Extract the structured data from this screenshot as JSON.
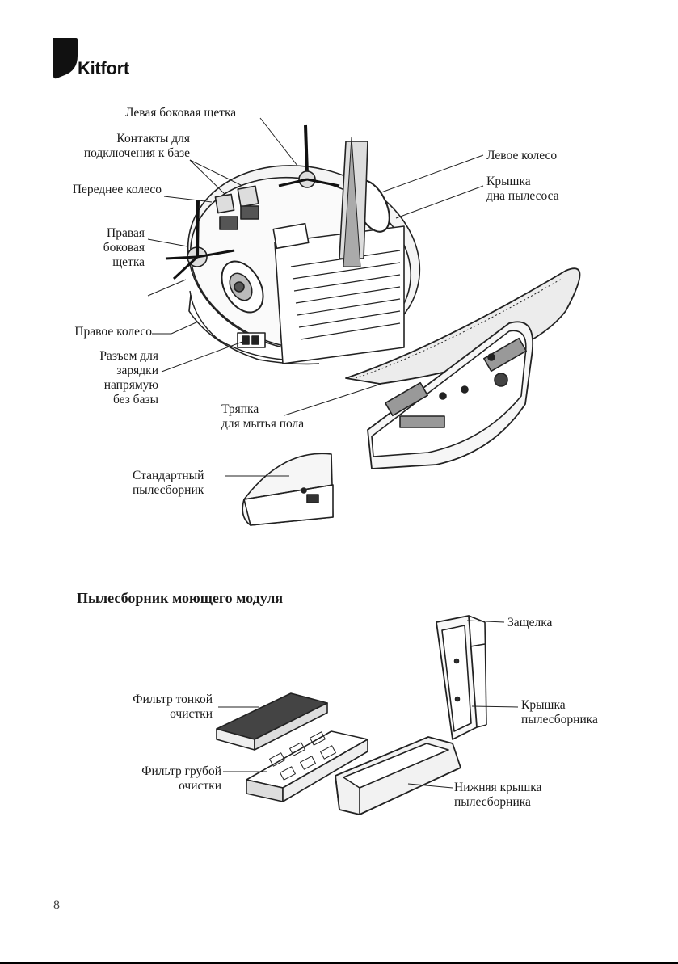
{
  "brand": {
    "name": "Kitfort",
    "logo_icon": "kitfort-leaf-logo"
  },
  "robot_labels": {
    "left_side_brush": "Левая боковая щетка",
    "base_contacts": [
      "Контакты для",
      "подключения к базе"
    ],
    "front_wheel": "Переднее колесо",
    "right_side_brush": [
      "Правая",
      "боковая",
      "щетка"
    ],
    "right_wheel": "Правое колесо",
    "charging_socket": [
      "Разъем для",
      "зарядки",
      "напрямую",
      "без базы"
    ],
    "left_wheel": "Левое колесо",
    "bottom_cover": [
      "Крышка",
      "дна пылесоса"
    ],
    "mop_cloth": [
      "Тряпка",
      "для мытья пола"
    ],
    "standard_dustbin": [
      "Стандартный",
      "пылесборник"
    ]
  },
  "section_title": "Пылесборник моющего модуля",
  "dustbin_labels": {
    "latch": "Защелка",
    "fine_filter": [
      "Фильтр тонкой",
      "очистки"
    ],
    "dustbin_cover": [
      "Крышка",
      "пылесборника"
    ],
    "coarse_filter": [
      "Фильтр грубой",
      "очистки"
    ],
    "lower_cover": [
      "Нижняя крышка",
      "пылесборника"
    ]
  },
  "page_number": "8"
}
